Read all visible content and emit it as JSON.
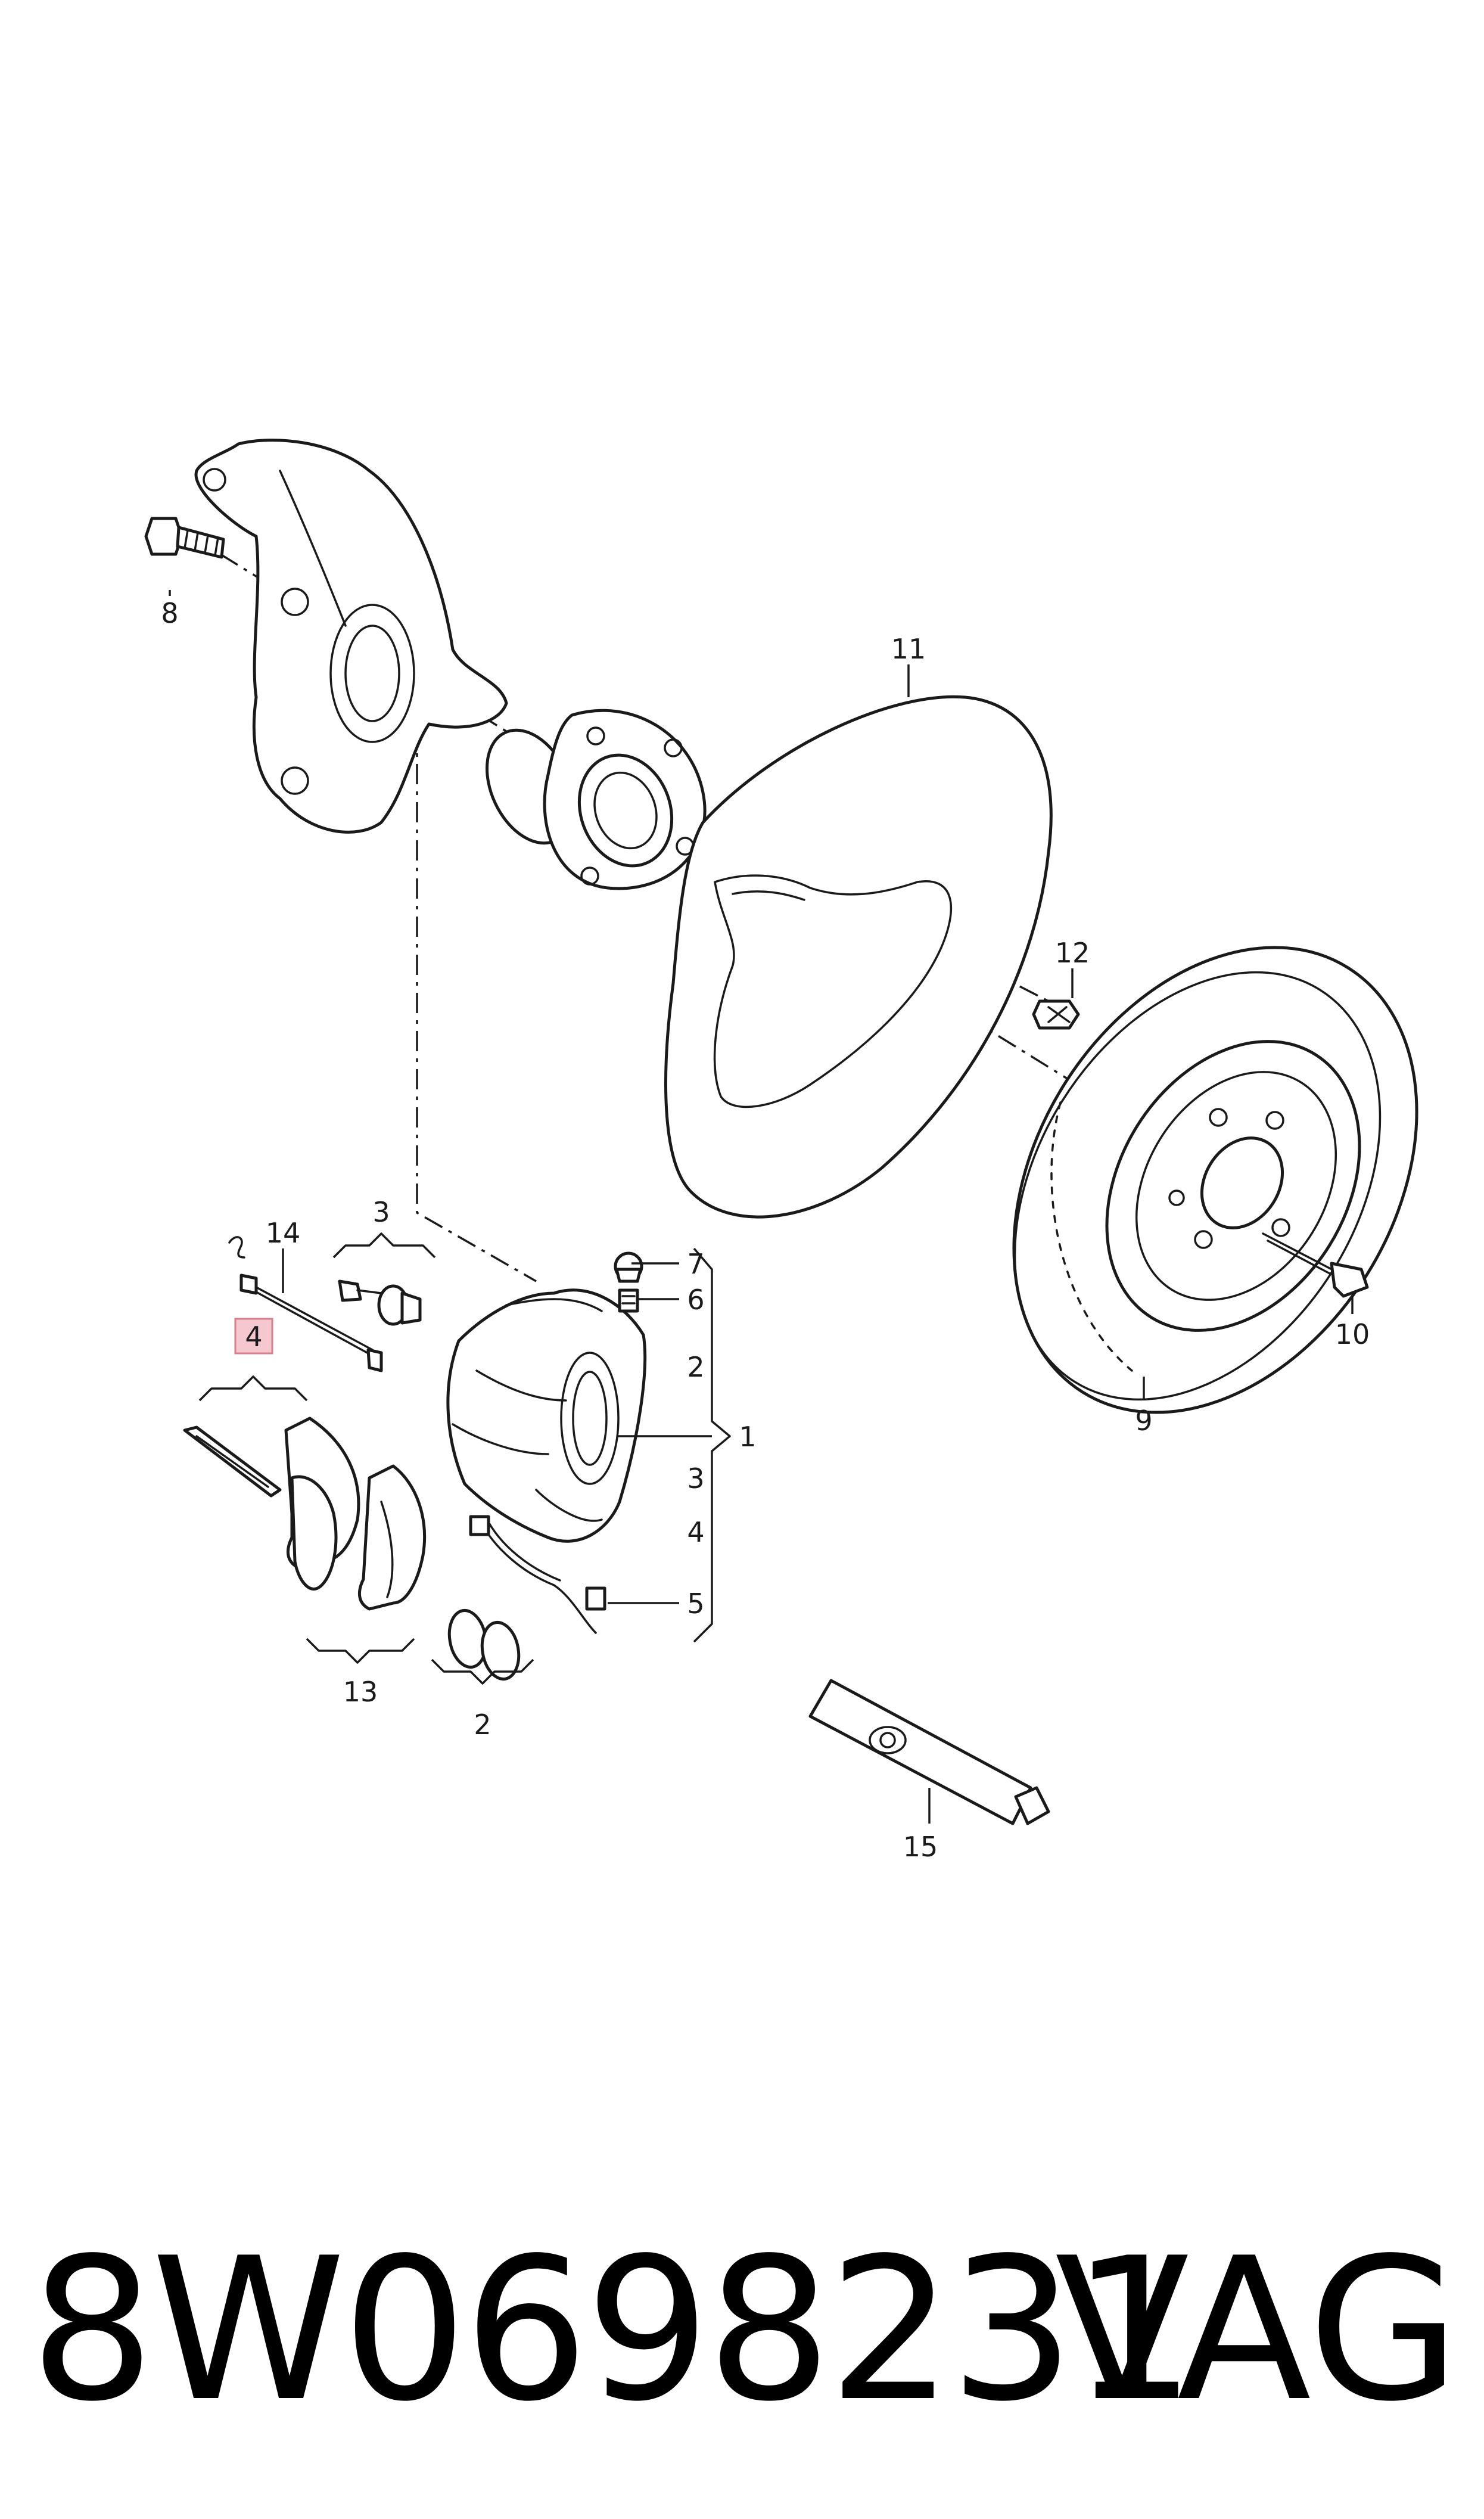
{
  "labels": {
    "l1": "1",
    "l2a": "2",
    "l2b": "2",
    "l3a": "3",
    "l3b": "3",
    "l4a": "4",
    "l4b": "4",
    "l5": "5",
    "l6": "6",
    "l7": "7",
    "l8": "8",
    "l9": "9",
    "l10": "10",
    "l11": "11",
    "l12": "12",
    "l13": "13",
    "l14": "14",
    "l15": "15"
  },
  "footer": {
    "part_number": "8W0698231",
    "brand": "VAG"
  },
  "colors": {
    "highlight_fill": "#f5c7ce",
    "highlight_stroke": "#d9808e",
    "ink": "#1a1a1a"
  }
}
